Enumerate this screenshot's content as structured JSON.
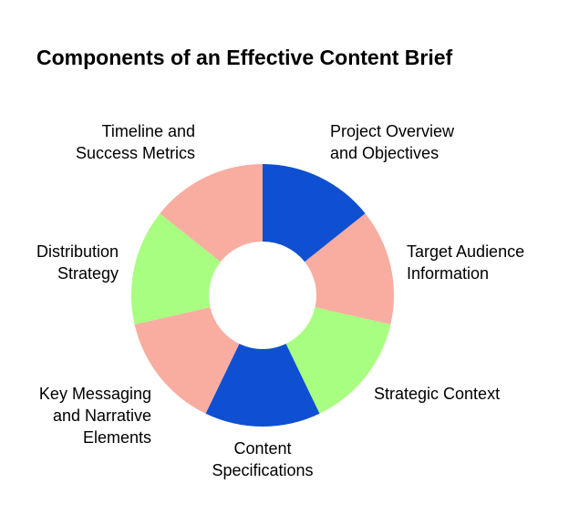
{
  "title": "Components of an Effective Content Brief",
  "colors": {
    "blue": "#0f4fd1",
    "salmon": "#f8ada0",
    "green": "#a8fe80"
  },
  "segments": [
    {
      "label": "Project Overview\nand Objectives",
      "color": "#0f4fd1"
    },
    {
      "label": "Target Audience\nInformation",
      "color": "#f8ada0"
    },
    {
      "label": "Strategic Context",
      "color": "#a8fe80"
    },
    {
      "label": "Content\nSpecifications",
      "color": "#0f4fd1"
    },
    {
      "label": "Key Messaging\nand Narrative\nElements",
      "color": "#f8ada0"
    },
    {
      "label": "Distribution\nStrategy",
      "color": "#a8fe80"
    },
    {
      "label": "Timeline and\nSuccess Metrics",
      "color": "#f8ada0"
    }
  ]
}
